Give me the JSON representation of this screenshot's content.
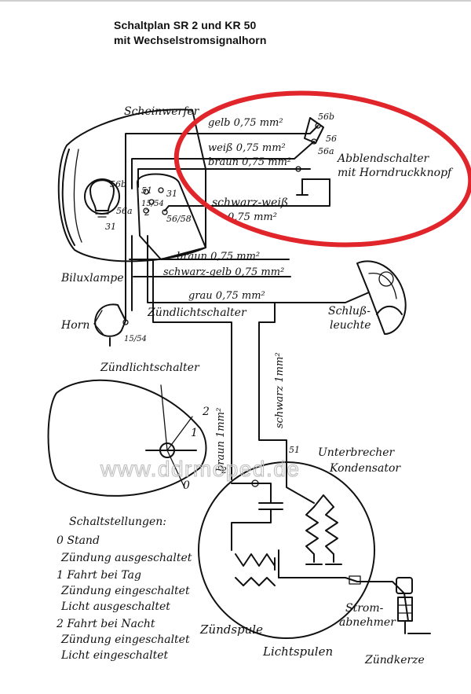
{
  "title": {
    "line1": "Schaltplan SR 2 und KR 50",
    "line2": "mit Wechselstromsignalhorn"
  },
  "labels": {
    "scheinwerfer": "Scheinwerfer",
    "gelb": "gelb 0,75 mm²",
    "weiss": "weiß 0,75 mm²",
    "braun_top": "braun 0,75 mm²",
    "schwarz_weiss_1": "schwarz-weiß",
    "schwarz_weiss_2": "0,75 mm²",
    "abblend_1": "Abblendschalter",
    "abblend_2": "mit Horndruckknopf",
    "t56b_lamp": "56b",
    "t56a_lamp": "56a",
    "t31_lamp": "31",
    "t51": "51",
    "t31_sw": "31",
    "t15_54": "15/54",
    "t2": "2",
    "t56_58": "56/58",
    "t56b_sw": "56b",
    "t56_sw": "56",
    "t56a_sw": "56a",
    "biluxlampe": "Biluxlampe",
    "braun_mid": "braun 0,75 mm²",
    "schwarz_gelb": "schwarz-gelb 0,75 mm²",
    "grau": "grau 0,75 mm²",
    "zuendlichtschalter_top": "Zündlichtschalter",
    "horn": "Horn",
    "horn_terminal": "15/54",
    "schluss_1": "Schluß-",
    "schluss_2": "leuchte",
    "zuendlichtschalter_mid": "Zündlichtschalter",
    "braun_1mm": "braun 1mm²",
    "schwarz_1mm": "schwarz 1mm²",
    "pos_0": "0",
    "pos_1": "1",
    "pos_2": "2",
    "t51_bottom": "51",
    "t2_bottom": "2",
    "unterbrecher": "Unterbrecher",
    "kondensator": "Kondensator",
    "schaltstellungen": [
      "Schaltstellungen:",
      "0 Stand",
      "Zündung ausgeschaltet",
      "1 Fahrt bei Tag",
      "Zündung eingeschaltet",
      "Licht ausgeschaltet",
      "2 Fahrt bei Nacht",
      "Zündung eingeschaltet",
      "Licht eingeschaltet"
    ],
    "zuendspule": "Zündspule",
    "lichtspulen": "Lichtspulen",
    "strom_1": "Strom-",
    "strom_2": "abnehmer",
    "zuendkerze": "Zündkerze"
  },
  "watermark": "www.ddrmoped.de",
  "annotation": {
    "color": "#e0252b"
  }
}
